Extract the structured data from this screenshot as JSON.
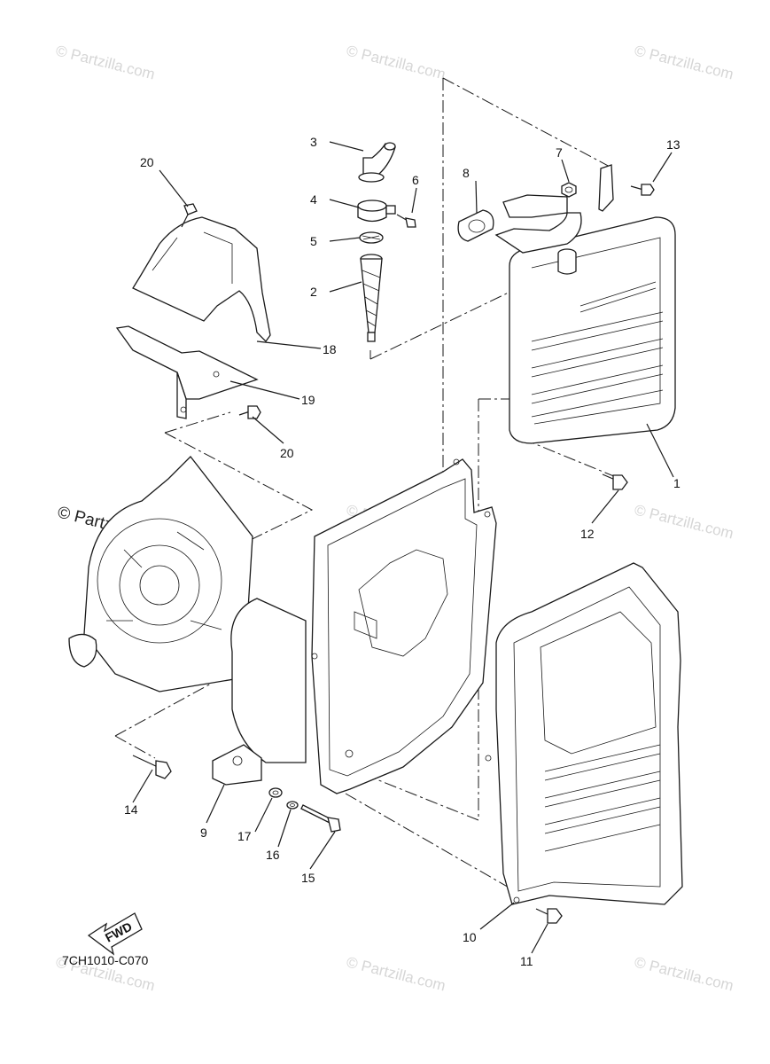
{
  "diagram": {
    "code": "7CH1010-C070",
    "fwd_label": "FWD",
    "watermark_small": "© Partzilla.com",
    "watermark_big": "© Partzilla.com",
    "callouts": {
      "c1": "1",
      "c2": "2",
      "c3": "3",
      "c4": "4",
      "c5": "5",
      "c6": "6",
      "c7": "7",
      "c8": "8",
      "c9": "9",
      "c10": "10",
      "c11": "11",
      "c12": "12",
      "c13": "13",
      "c14": "14",
      "c15": "15",
      "c16": "16",
      "c17": "17",
      "c18": "18",
      "c19": "19",
      "c20a": "20",
      "c20b": "20"
    }
  }
}
